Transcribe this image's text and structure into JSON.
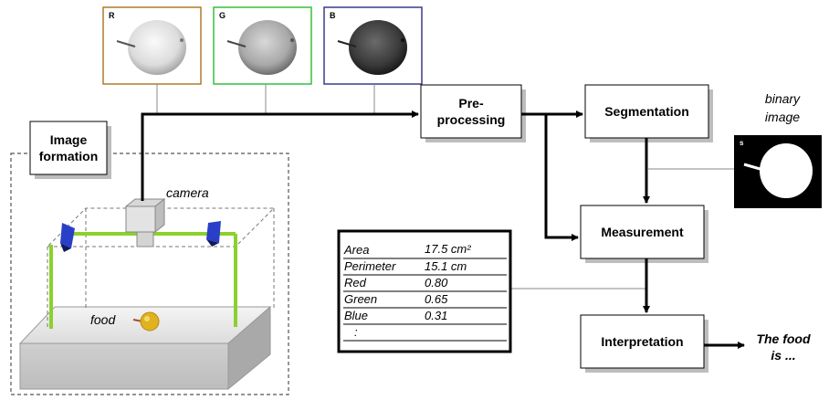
{
  "channels": [
    {
      "letter": "R",
      "border_color": "#b07a2c"
    },
    {
      "letter": "G",
      "border_color": "#36c13a"
    },
    {
      "letter": "B",
      "border_color": "#3b3b8a"
    }
  ],
  "image_formation": {
    "title_line1": "Image",
    "title_line2": "formation"
  },
  "camera_label": "camera",
  "food_label": "food",
  "processes": {
    "preprocessing_line1": "Pre-",
    "preprocessing_line2": "processing",
    "segmentation": "Segmentation",
    "measurement": "Measurement",
    "interpretation": "Interpretation"
  },
  "binary_image": {
    "caption_line1": "binary",
    "caption_line2": "image",
    "corner_letter": "s"
  },
  "measurements": [
    {
      "name": "Area",
      "value": "17.5 cm²"
    },
    {
      "name": "Perimeter",
      "value": "15.1 cm"
    },
    {
      "name": "Red",
      "value": "0.80"
    },
    {
      "name": "Green",
      "value": "0.65"
    },
    {
      "name": "Blue",
      "value": "0.31"
    },
    {
      "name": ":",
      "value": ""
    }
  ],
  "result": {
    "line1": "The food",
    "line2": "is ..."
  },
  "colors": {
    "green_frame": "#8bd12e",
    "lamp_blue": "#2a3fc7",
    "food_yellow": "#e0b21f"
  }
}
